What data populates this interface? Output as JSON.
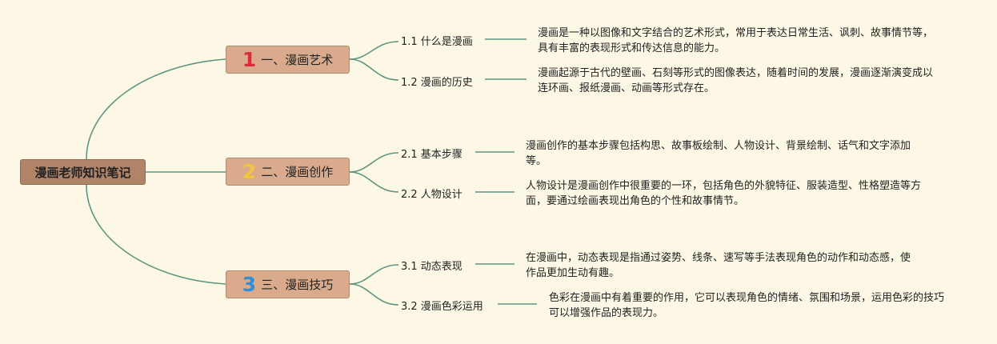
{
  "root": {
    "label": "漫画老师知识笔记"
  },
  "colors": {
    "link": "#5f9683",
    "root_fill": "#b08468",
    "branch_fill": "#d9ab8c",
    "background": "#fdf8e6",
    "num1": "#e02a3b",
    "num2": "#f2c53d",
    "num3": "#2f8fd6"
  },
  "branches": [
    {
      "num": "1",
      "label": "一、漫画艺术",
      "topics": [
        {
          "label": "1.1 什么是漫画",
          "desc": "漫画是一种以图像和文字结合的艺术形式，常用于表达日常生活、讽刺、故事情节等，具有丰富的表现形式和传达信息的能力。"
        },
        {
          "label": "1.2 漫画的历史",
          "desc": "漫画起源于古代的壁画、石刻等形式的图像表达，随着时间的发展，漫画逐渐演变成以连环画、报纸漫画、动画等形式存在。"
        }
      ]
    },
    {
      "num": "2",
      "label": "二、漫画创作",
      "topics": [
        {
          "label": "2.1 基本步骤",
          "desc": "漫画创作的基本步骤包括构思、故事板绘制、人物设计、背景绘制、话气和文字添加等。"
        },
        {
          "label": "2.2 人物设计",
          "desc": "人物设计是漫画创作中很重要的一环，包括角色的外貌特征、服装造型、性格塑造等方面，要通过绘画表现出角色的个性和故事情节。"
        }
      ]
    },
    {
      "num": "3",
      "label": "三、漫画技巧",
      "topics": [
        {
          "label": "3.1 动态表现",
          "desc": "在漫画中，动态表现是指通过姿势、线条、速写等手法表现角色的动作和动态感，使作品更加生动有趣。"
        },
        {
          "label": "3.2 漫画色彩运用",
          "desc": "色彩在漫画中有着重要的作用，它可以表现角色的情绪、氛围和场景，运用色彩的技巧可以增强作品的表现力。"
        }
      ]
    }
  ]
}
